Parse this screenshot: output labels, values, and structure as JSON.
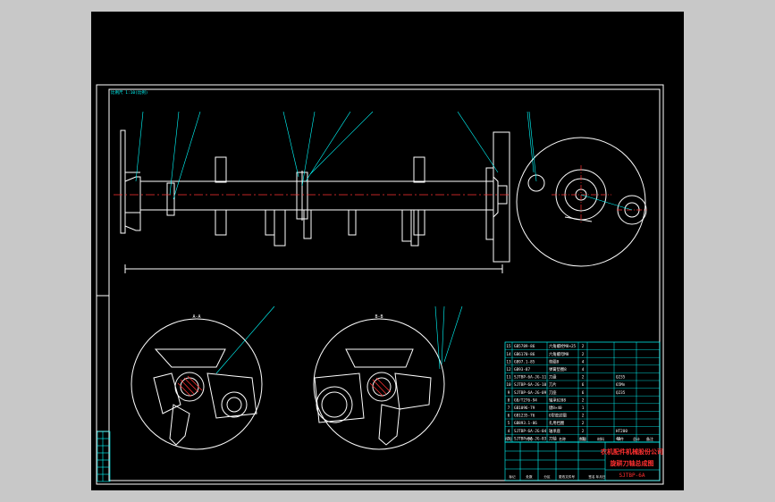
{
  "colors": {
    "background": "#000000",
    "frame": "#ffffff",
    "frame_accent": "#00ffff",
    "part": "#ffffff",
    "centerline": "#ff3030",
    "leader": "#00ffff",
    "title_text": "#ff3030",
    "table_text": "#ffffff",
    "table_lines": "#00ffff",
    "hatch": "#ff3030"
  },
  "icons": {
    "drawing-canvas": "cad-viewport",
    "scale-note": "text-label"
  },
  "header_note": "比例尺 1:10(比例)",
  "bom": {
    "rows": [
      {
        "no": "15",
        "code": "GB5789-86",
        "name": "六角螺栓M8×25",
        "qty": "2",
        "note": ""
      },
      {
        "no": "14",
        "code": "GB6170-86",
        "name": "六角螺母M8",
        "qty": "2",
        "note": ""
      },
      {
        "no": "13",
        "code": "GB97.1-85",
        "name": "垫圈8",
        "qty": "4",
        "note": ""
      },
      {
        "no": "12",
        "code": "GB93-87",
        "name": "弹簧垫圈8",
        "qty": "4",
        "note": ""
      },
      {
        "no": "11",
        "code": "SJTBP-6A-JG-11",
        "name": "刀盘",
        "qty": "2",
        "note": "Q235"
      },
      {
        "no": "10",
        "code": "SJTBP-6A-JG-10",
        "name": "刀片",
        "qty": "6",
        "note": "65Mn"
      },
      {
        "no": "9",
        "code": "SJTBP-6A-JG-09",
        "name": "刀座",
        "qty": "6",
        "note": "Q235"
      },
      {
        "no": "8",
        "code": "GB/T276-94",
        "name": "轴承6208",
        "qty": "2",
        "note": ""
      },
      {
        "no": "7",
        "code": "GB1096-79",
        "name": "键8×40",
        "qty": "1",
        "note": ""
      },
      {
        "no": "6",
        "code": "GB1235-76",
        "name": "O型密封圈",
        "qty": "2",
        "note": ""
      },
      {
        "no": "5",
        "code": "GB893.1-86",
        "name": "孔用挡圈",
        "qty": "2",
        "note": ""
      },
      {
        "no": "4",
        "code": "SJTBP-6A-JG-04",
        "name": "轴承座",
        "qty": "2",
        "note": "HT200"
      },
      {
        "no": "3",
        "code": "SJTBP-6A-JG-03",
        "name": "刀轴",
        "qty": "1",
        "note": "45"
      }
    ],
    "header_cells": [
      "序号",
      "代号",
      "名称",
      "数量",
      "材料",
      "单件",
      "总计",
      "备注"
    ]
  },
  "title_block": {
    "company": "农机配件机械股份公司",
    "drawing_title": "旋耕刀轴总成图",
    "drawing_no": "SJTBP-6A"
  },
  "section_labels": {
    "left": "A-A",
    "right": "B-B"
  },
  "revision_block_labels": [
    "标记",
    "处数",
    "分区",
    "更改文件号",
    "签名",
    "年月日"
  ]
}
